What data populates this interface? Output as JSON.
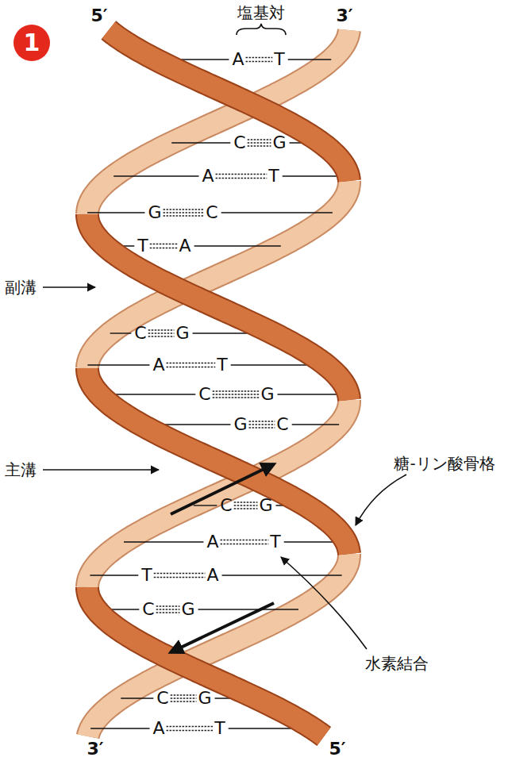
{
  "diagram": {
    "labels": [
      "1",
      "5′",
      "塩基対",
      "3′",
      "A",
      "T",
      "C",
      "G",
      "A",
      "T",
      "G",
      "C",
      "T",
      "A",
      "C",
      "G",
      "A",
      "T",
      "C",
      "G",
      "G",
      "C",
      "C",
      "G",
      "A",
      "T",
      "T",
      "A",
      "C",
      "G",
      "C",
      "G",
      "A",
      "T",
      "副溝",
      "主溝",
      "糖-リン酸骨格",
      "水素結合",
      "3′",
      "5′"
    ]
  }
}
